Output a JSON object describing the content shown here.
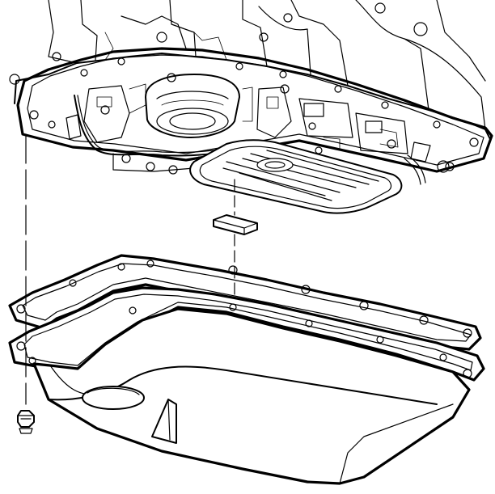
{
  "figure": {
    "colors": {
      "line": "#000000",
      "background": "#ffffff"
    },
    "parts": [
      "transmission-case",
      "oil-filter",
      "filter-seal",
      "pan-gasket",
      "oil-pan",
      "pan-bolt"
    ]
  }
}
